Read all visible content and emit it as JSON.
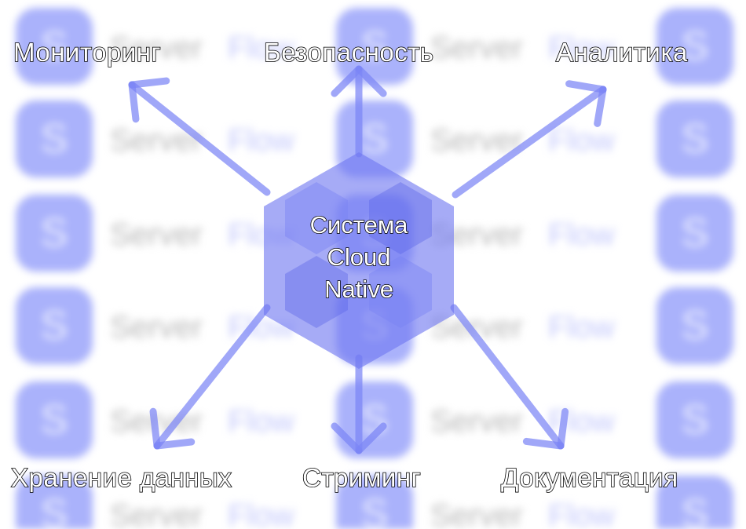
{
  "center": {
    "line1": "Система",
    "line2": "Cloud",
    "line3": "Native"
  },
  "nodes": {
    "monitoring": "Мониторинг",
    "security": "Безопасность",
    "analytics": "Аналитика",
    "storage": "Хранение данных",
    "streaming": "Стриминг",
    "documentation": "Документация"
  },
  "watermark": {
    "logo_letter": "S",
    "word_server": "Server",
    "word_flow": "Flow"
  },
  "colors": {
    "accent": "#7b85f5",
    "hexagon": "#6f78f0",
    "watermark_tile": "#aab2fb",
    "label_fill": "#ffffff",
    "label_stroke": "#000000"
  }
}
